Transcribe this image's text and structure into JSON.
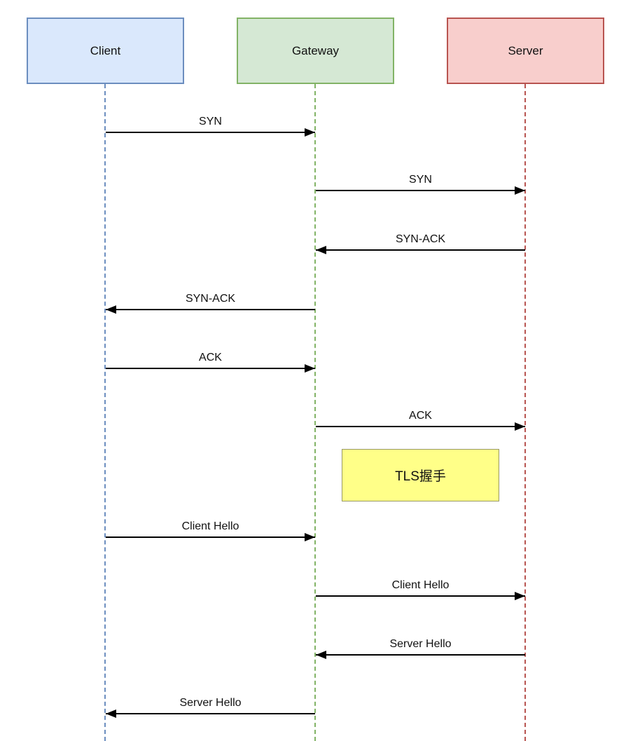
{
  "diagram": {
    "type": "sequence",
    "actors": [
      {
        "id": "client",
        "label": "Client",
        "fill": "#dae8fc",
        "stroke": "#6c8ebf"
      },
      {
        "id": "gateway",
        "label": "Gateway",
        "fill": "#d5e8d4",
        "stroke": "#82b366"
      },
      {
        "id": "server",
        "label": "Server",
        "fill": "#f8cecc",
        "stroke": "#b85450"
      }
    ],
    "lifeline_colors": {
      "client": "#6c8ebf",
      "gateway": "#82b366",
      "server": "#b85450"
    },
    "messages": [
      {
        "label": "SYN",
        "from": "Client",
        "to": "Gateway"
      },
      {
        "label": "SYN",
        "from": "Gateway",
        "to": "Server"
      },
      {
        "label": "SYN-ACK",
        "from": "Server",
        "to": "Gateway"
      },
      {
        "label": "SYN-ACK",
        "from": "Gateway",
        "to": "Client"
      },
      {
        "label": "ACK",
        "from": "Client",
        "to": "Gateway"
      },
      {
        "label": "ACK",
        "from": "Gateway",
        "to": "Server"
      },
      {
        "label": "Client Hello",
        "from": "Client",
        "to": "Gateway"
      },
      {
        "label": "Client Hello",
        "from": "Gateway",
        "to": "Server"
      },
      {
        "label": "Server Hello",
        "from": "Server",
        "to": "Gateway"
      },
      {
        "label": "Server Hello",
        "from": "Gateway",
        "to": "Client"
      }
    ],
    "note": {
      "label": "TLS握手",
      "fill": "#ffff88",
      "stroke": "#999966"
    },
    "arrow_color": "#000000",
    "text_color": "#111111"
  }
}
